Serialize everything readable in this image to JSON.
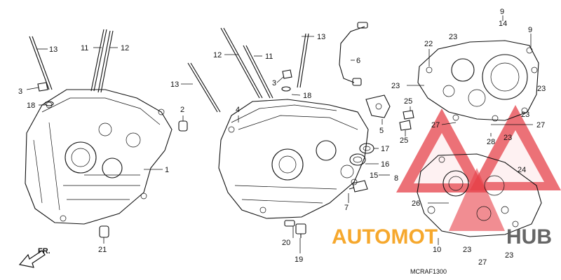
{
  "diagram": {
    "labels": [
      {
        "id": "l13a",
        "text": "13"
      },
      {
        "id": "l11a",
        "text": "11"
      },
      {
        "id": "l12a",
        "text": "12"
      },
      {
        "id": "l3a",
        "text": "3"
      },
      {
        "id": "l18a",
        "text": "18"
      },
      {
        "id": "l2",
        "text": "2"
      },
      {
        "id": "l1",
        "text": "1"
      },
      {
        "id": "l21",
        "text": "21"
      },
      {
        "id": "l12b",
        "text": "12"
      },
      {
        "id": "l11b",
        "text": "11"
      },
      {
        "id": "l13b",
        "text": "13"
      },
      {
        "id": "l13c",
        "text": "13"
      },
      {
        "id": "l4",
        "text": "4"
      },
      {
        "id": "l3b",
        "text": "3"
      },
      {
        "id": "l18b",
        "text": "18"
      },
      {
        "id": "l6",
        "text": "6"
      },
      {
        "id": "l5",
        "text": "5"
      },
      {
        "id": "l17",
        "text": "17"
      },
      {
        "id": "l16",
        "text": "16"
      },
      {
        "id": "l15",
        "text": "15"
      },
      {
        "id": "l8",
        "text": "8"
      },
      {
        "id": "l7",
        "text": "7"
      },
      {
        "id": "l20",
        "text": "20"
      },
      {
        "id": "l19",
        "text": "19"
      },
      {
        "id": "l9a",
        "text": "9"
      },
      {
        "id": "l14",
        "text": "14"
      },
      {
        "id": "l9b",
        "text": "9"
      },
      {
        "id": "l22",
        "text": "22"
      },
      {
        "id": "l23a",
        "text": "23"
      },
      {
        "id": "l23b",
        "text": "23"
      },
      {
        "id": "l23c",
        "text": "23"
      },
      {
        "id": "l25a",
        "text": "25"
      },
      {
        "id": "l25b",
        "text": "25"
      },
      {
        "id": "l27a",
        "text": "27"
      },
      {
        "id": "l23d",
        "text": "23"
      },
      {
        "id": "l27b",
        "text": "27"
      },
      {
        "id": "l23e",
        "text": "23"
      },
      {
        "id": "l28",
        "text": "28"
      },
      {
        "id": "l24",
        "text": "24"
      },
      {
        "id": "l26",
        "text": "26"
      },
      {
        "id": "l10",
        "text": "10"
      },
      {
        "id": "l23f",
        "text": "23"
      },
      {
        "id": "l23g",
        "text": "23"
      },
      {
        "id": "l27c",
        "text": "27"
      }
    ],
    "fr_label": "FR.",
    "diagram_code": "MCRAF1300",
    "watermark_a": "AUTOMOT",
    "watermark_b": "HUB"
  },
  "colors": {
    "line": "#111111",
    "watermark_red": "#e2202a",
    "watermark_orange": "#f6a11c",
    "watermark_gray": "#5a5a5a"
  }
}
